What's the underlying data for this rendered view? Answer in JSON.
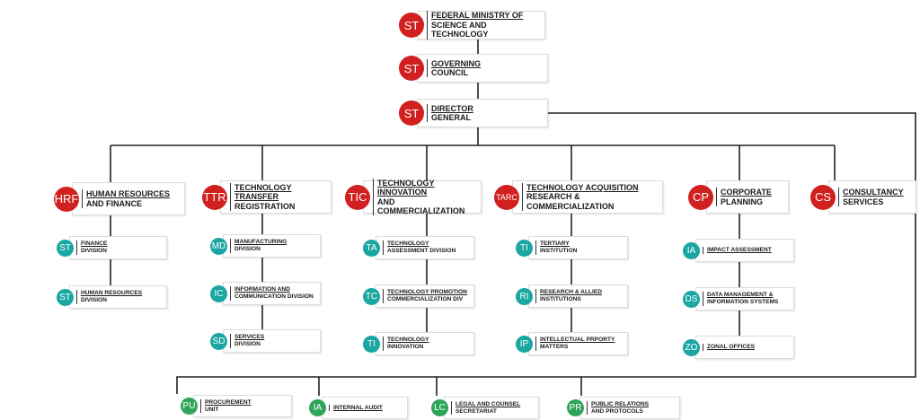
{
  "colors": {
    "red": "#d0201f",
    "teal": "#1aa6a1",
    "green": "#2fa55a",
    "line": "#222222"
  },
  "top": {
    "ministry": {
      "badge": "ST",
      "line1": "FEDERAL MINISTRY OF",
      "line2": "SCIENCE AND TECHNOLOGY"
    },
    "council": {
      "badge": "ST",
      "line1": "GOVERNING",
      "line2": "COUNCIL"
    },
    "dg": {
      "badge": "ST",
      "line1": "DIRECTOR",
      "line2": "GENERAL"
    }
  },
  "departments": [
    {
      "badge": "HRF",
      "line1": "HUMAN RESOURCES",
      "line2": "AND FINANCE",
      "divisions": [
        {
          "badge": "ST",
          "line1": "FINANCE",
          "line2": "DIVISION"
        },
        {
          "badge": "ST",
          "line1": "HUMAN RESOURCES",
          "line2": "DIVISION"
        }
      ]
    },
    {
      "badge": "TTR",
      "line1": "TECHNOLOGY TRANSFER",
      "line2": "REGISTRATION",
      "divisions": [
        {
          "badge": "MD",
          "line1": "MANUFACTURING",
          "line2": "DIVISION"
        },
        {
          "badge": "IC",
          "line1": "INFORMATION AND",
          "line2": "COMMUNICATION DIVISION"
        },
        {
          "badge": "SD",
          "line1": "SERVICES",
          "line2": "DIVISION"
        }
      ]
    },
    {
      "badge": "TIC",
      "line1": "TECHNOLOGY INNOVATION",
      "line2": "AND COMMERCIALIZATION",
      "divisions": [
        {
          "badge": "TA",
          "line1": "TECHNOLOGY",
          "line2": "ASSESSMENT DIVISION"
        },
        {
          "badge": "TC",
          "line1": "TECHNOLOGY PROMOTION",
          "line2": "COMMERCIALIZATION DIV"
        },
        {
          "badge": "TI",
          "line1": "TECHNOLOGY",
          "line2": "INNOVATION"
        }
      ]
    },
    {
      "badge": "TARC",
      "line1": "TECHNOLOGY ACQUISITION",
      "line2": "RESEARCH & COMMERCIALIZATION",
      "divisions": [
        {
          "badge": "TI",
          "line1": "TERTIARY",
          "line2": "INSTITUTION"
        },
        {
          "badge": "RI",
          "line1": "RESEARCH & ALLIED",
          "line2": "INSTITUTIONS"
        },
        {
          "badge": "IP",
          "line1": "INTELLECTUAL PRPORTY",
          "line2": "MATTERS"
        }
      ]
    },
    {
      "badge": "CP",
      "line1": "CORPORATE",
      "line2": "PLANNING",
      "divisions": [
        {
          "badge": "IA",
          "line1": "IMPACT ASSESSMENT",
          "line2": ""
        },
        {
          "badge": "DS",
          "line1": "DATA MANAGEMENT &",
          "line2": "INFORMATION SYSTEMS"
        },
        {
          "badge": "ZO",
          "line1": "ZONAL OFFICES",
          "line2": ""
        }
      ]
    },
    {
      "badge": "CS",
      "line1": "CONSULTANCY",
      "line2": "SERVICES",
      "divisions": []
    }
  ],
  "units": [
    {
      "badge": "PU",
      "line1": "PROCUREMENT",
      "line2": "UNIT"
    },
    {
      "badge": "IA",
      "line1": "INTERNAL AUDIT",
      "line2": ""
    },
    {
      "badge": "LC",
      "line1": "LEGAL AND COUNSEL",
      "line2": "SECRETARIAT"
    },
    {
      "badge": "PR",
      "line1": "PUBLIC RELATIONS",
      "line2": "AND PROTOCOLS"
    }
  ]
}
